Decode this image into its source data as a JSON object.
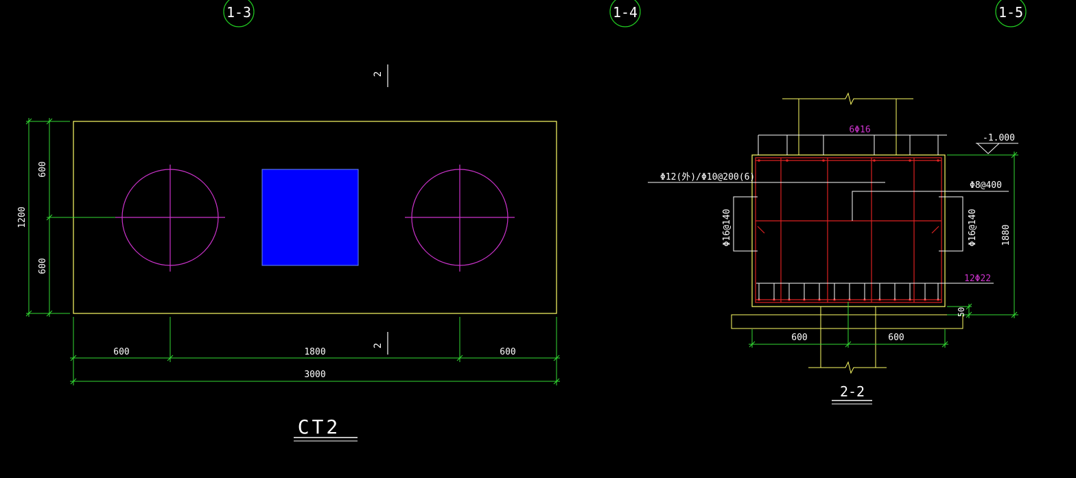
{
  "colors": {
    "background": "#000000",
    "outline": "#ffff66",
    "dimension": "#33dd33",
    "pile": "#cc33cc",
    "column": "#0000ff",
    "rebar": "#dd2222",
    "annotation": "#ffffff",
    "axis_circle": "#22cc22"
  },
  "axes": [
    "1-3",
    "1-4",
    "1-5"
  ],
  "plan": {
    "title": "CT2",
    "section_mark": "2",
    "dims_bottom": [
      "600",
      "1800",
      "600"
    ],
    "dim_total": "3000",
    "dims_left": [
      "600",
      "600"
    ],
    "dim_left_total": "1200"
  },
  "section": {
    "title": "2-2",
    "top_bars": "6Φ16",
    "stirrup": "Φ12(外)/Φ10@200(6)",
    "side_right": "Φ8@400",
    "side_left_bars": "Φ16@140",
    "side_right_bars": "Φ16@140",
    "bottom_bars": "12Φ22",
    "elevation": "-1.000",
    "height": "1880",
    "cover": "50",
    "dims_bottom": [
      "600",
      "600"
    ]
  }
}
